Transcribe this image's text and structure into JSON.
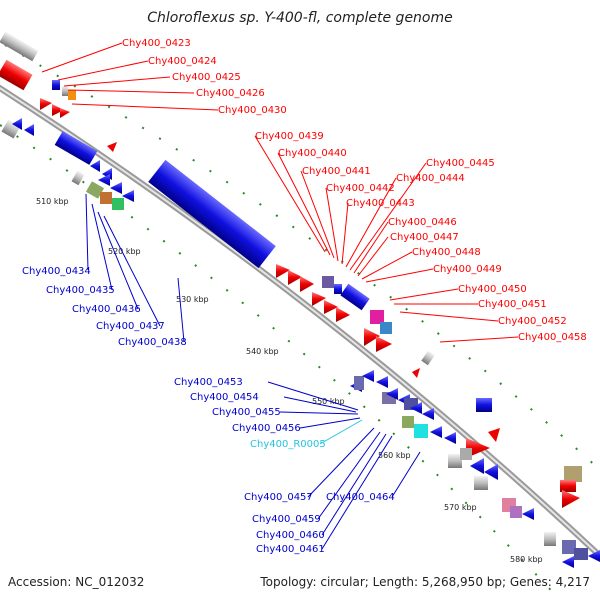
{
  "title": "Chloroflexus sp. Y-400-fl, complete genome",
  "footer": {
    "accession": "Accession: NC_012032",
    "summary": "Topology: circular; Length: 5,268,950 bp; Genes: 4,217"
  },
  "colors": {
    "forward_label": "#ff0000",
    "reverse_label": "#0000cc",
    "rna_label": "#22c4e0",
    "backbone": "#888888",
    "tick": "#2a8a2a"
  },
  "kbp_labels": [
    "510 kbp",
    "520 kbp",
    "530 kbp",
    "540 kbp",
    "550 kbp",
    "560 kbp",
    "570 kbp",
    "580 kbp"
  ],
  "forward_labels": [
    "Chy400_0423",
    "Chy400_0424",
    "Chy400_0425",
    "Chy400_0426",
    "Chy400_0430",
    "Chy400_0439",
    "Chy400_0440",
    "Chy400_0441",
    "Chy400_0442",
    "Chy400_0443",
    "Chy400_0444",
    "Chy400_0445",
    "Chy400_0446",
    "Chy400_0447",
    "Chy400_0448",
    "Chy400_0449",
    "Chy400_0450",
    "Chy400_0451",
    "Chy400_0452",
    "Chy400_0458"
  ],
  "reverse_labels_left": [
    "Chy400_0434",
    "Chy400_0435",
    "Chy400_0436",
    "Chy400_0437",
    "Chy400_0438"
  ],
  "reverse_labels_mid": [
    "Chy400_0453",
    "Chy400_0454",
    "Chy400_0455",
    "Chy400_0456",
    "Chy400_R0005"
  ],
  "reverse_labels_bottom": [
    "Chy400_0457",
    "Chy400_0464",
    "Chy400_0459",
    "Chy400_0460",
    "Chy400_0461"
  ]
}
